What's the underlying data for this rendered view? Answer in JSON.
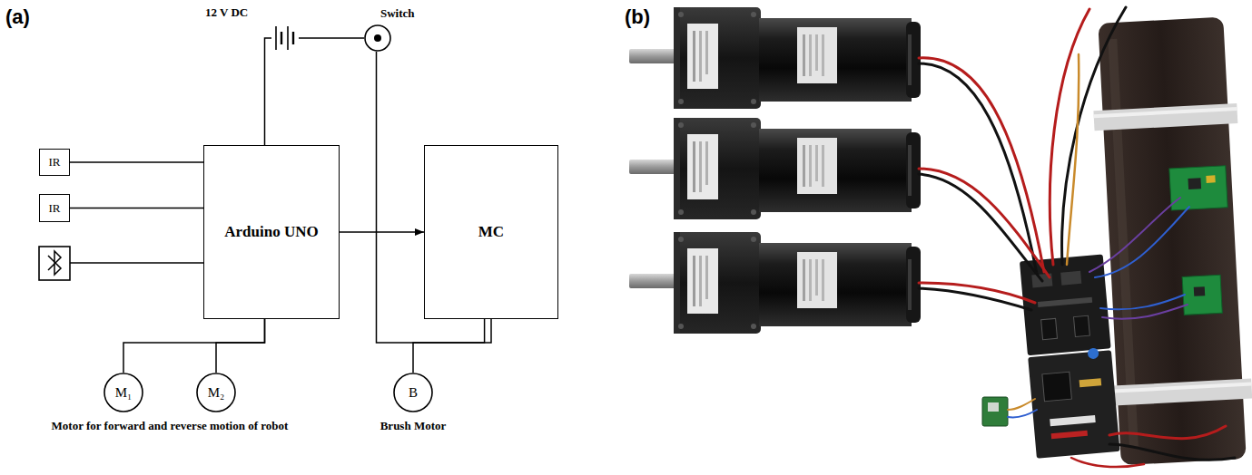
{
  "diagram": {
    "nodes": [
      {
        "text": [
          "Switch"
        ]
      },
      {
        "text": [
          "IR"
        ]
      },
      {
        "text": [
          "IR"
        ]
      },
      {
        "text": [
          "Arduino UNO"
        ]
      },
      {
        "text": [
          "MC"
        ]
      },
      {
        "text": [
          "M₁"
        ]
      },
      {
        "text": [
          "M₂"
        ]
      },
      {
        "text": [
          "B",
          "Brush Motor"
        ]
      }
    ],
    "edges": [
      {
        "from": 1,
        "to": 3,
        "arrow": "none"
      },
      {
        "from": 2,
        "to": 3,
        "arrow": "none"
      },
      {
        "from": 3,
        "to": 4,
        "arrow": "to"
      },
      {
        "from": 3,
        "to": 0,
        "arrow": "none"
      },
      {
        "from": 0,
        "to": 4,
        "arrow": "none"
      },
      {
        "from": 3,
        "to": 5,
        "arrow": "none"
      },
      {
        "from": 3,
        "to": 6,
        "arrow": "none"
      },
      {
        "from": 4,
        "to": 7,
        "arrow": "none"
      }
    ],
    "labels": [
      "(a)",
      "(b)",
      "12 V DC",
      "Motor for forward and reverse motion of robot"
    ]
  }
}
